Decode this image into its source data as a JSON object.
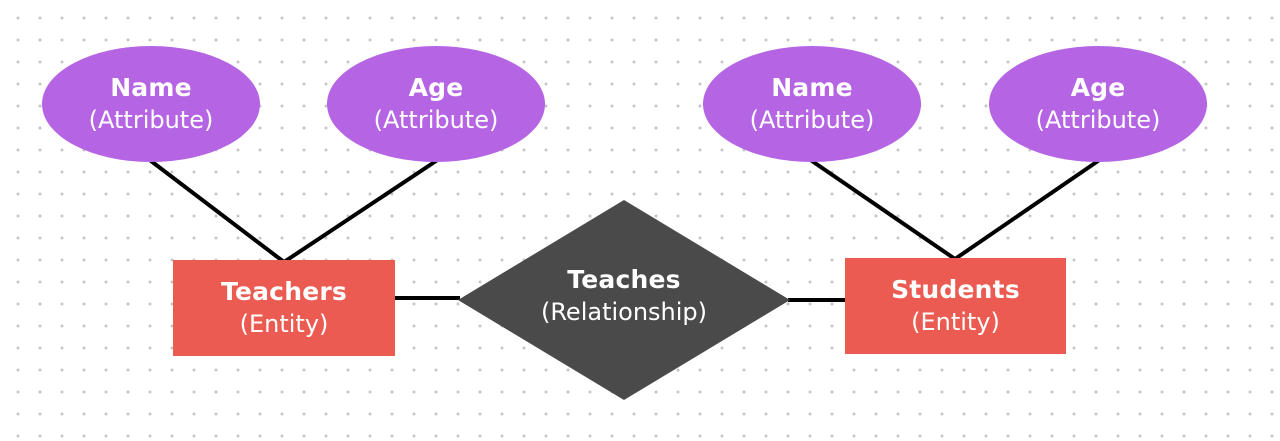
{
  "colors": {
    "attribute": "#b565e4",
    "entity": "#eb5b51",
    "relationship": "#4a4a4a",
    "edge": "#000000"
  },
  "attributes": [
    {
      "title": "Name",
      "type": "(Attribute)"
    },
    {
      "title": "Age",
      "type": "(Attribute)"
    },
    {
      "title": "Name",
      "type": "(Attribute)"
    },
    {
      "title": "Age",
      "type": "(Attribute)"
    }
  ],
  "entities": [
    {
      "title": "Teachers",
      "type": "(Entity)"
    },
    {
      "title": "Students",
      "type": "(Entity)"
    }
  ],
  "relationship": {
    "title": "Teaches",
    "type": "(Relationship)"
  }
}
